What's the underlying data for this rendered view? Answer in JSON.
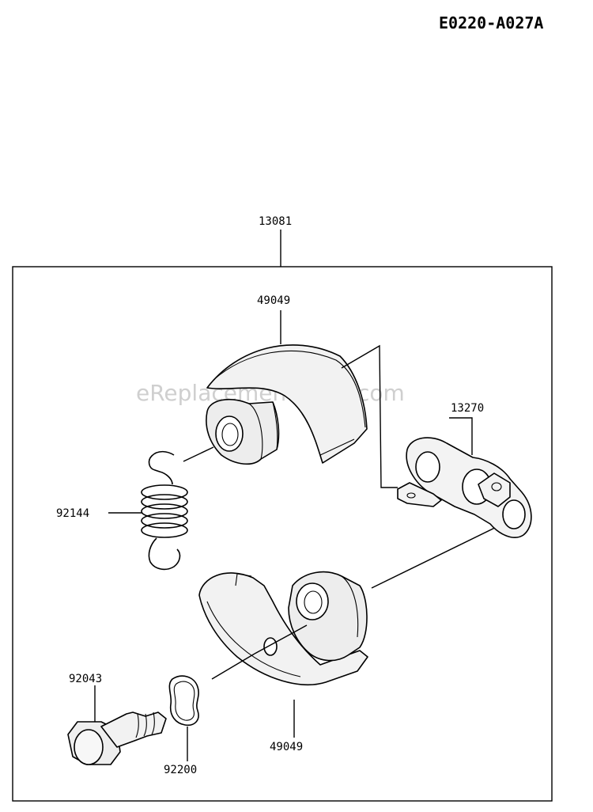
{
  "diagram_ref": "E0220-A027A",
  "watermark": "eReplacementParts.com",
  "colors": {
    "part_fill": "#f4f4f4",
    "line": "#000000",
    "watermark": "#cfcfcf"
  },
  "parts": {
    "assembly": "13081",
    "shoe_upper": "49049",
    "shoe_lower": "49049",
    "plate": "13270",
    "spring": "92144",
    "bolt": "92043",
    "washer": "92200"
  }
}
